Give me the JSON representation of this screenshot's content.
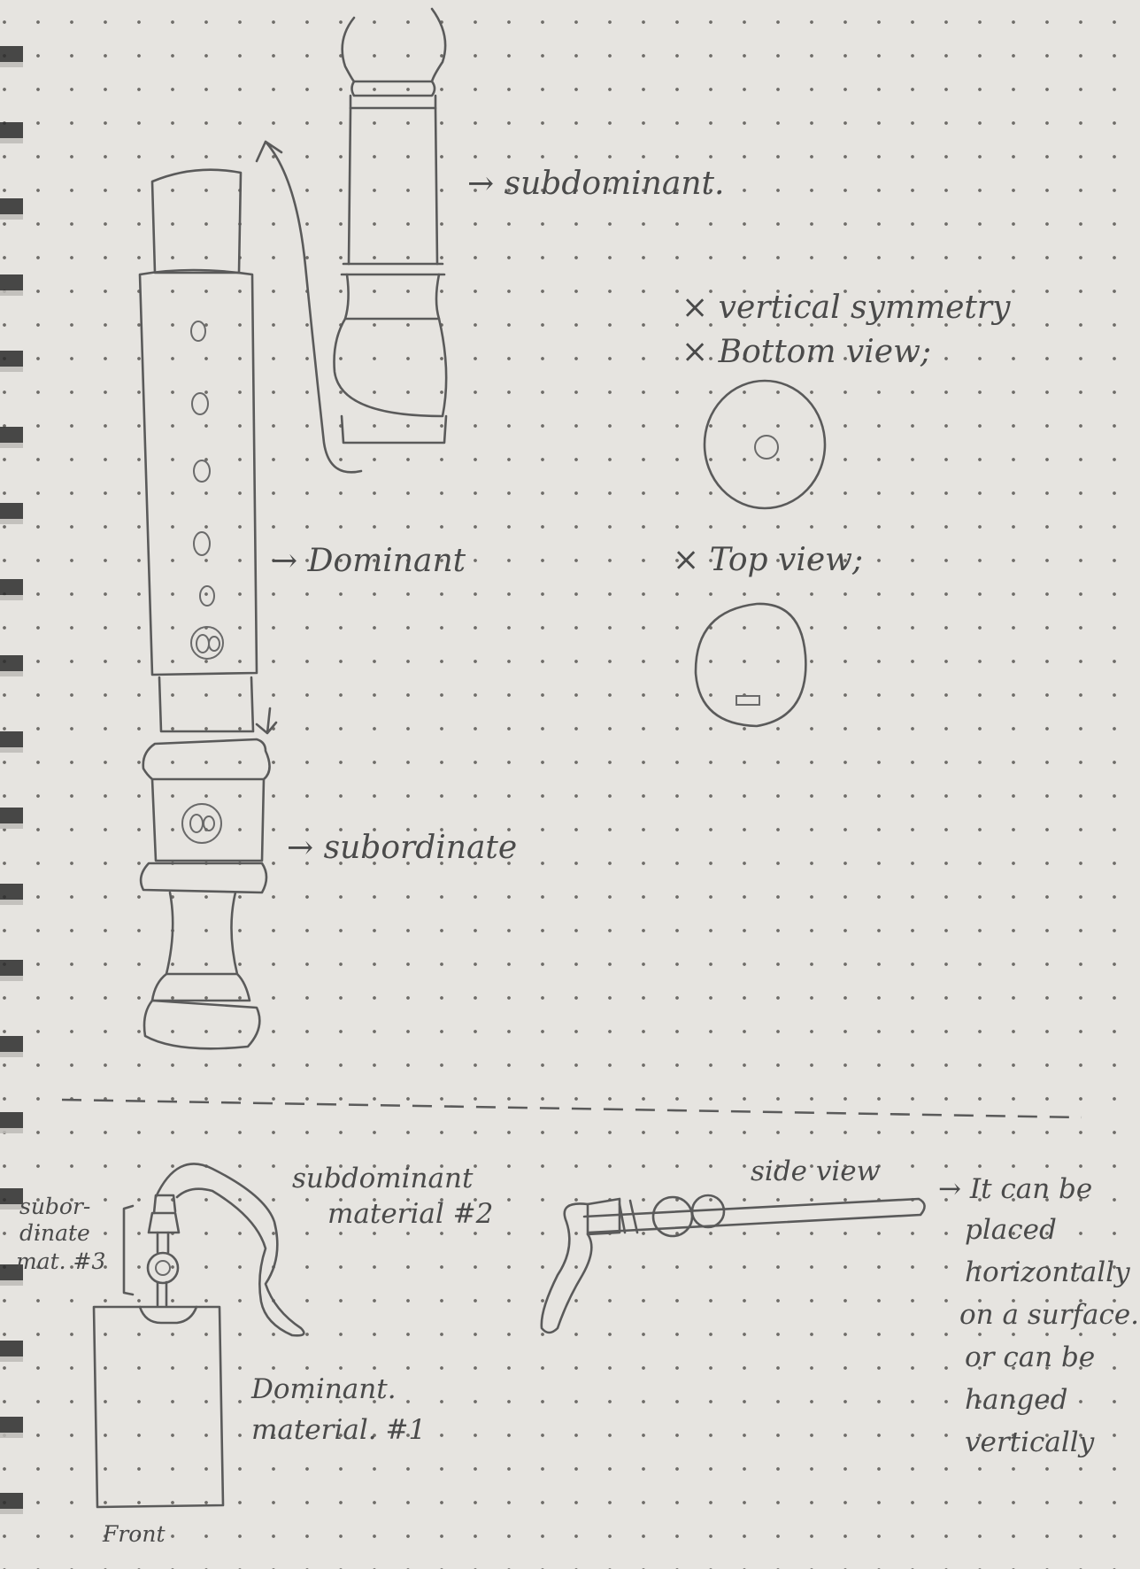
{
  "labels": {
    "subdominant_top": "→ subdominant.",
    "vertical_symmetry": "× vertical symmetry",
    "bottom_view": "× Bottom view;",
    "top_view": "× Top view;",
    "dominant": "→ Dominant",
    "subordinate": "→ subordinate",
    "subordinate_mat_line1": "subor-",
    "subordinate_mat_line2": "dinate",
    "subordinate_mat_line3": "mat. #3",
    "subdominant_material_line1": "subdominant",
    "subdominant_material_line2": "material #2",
    "side_view": "side view",
    "dominant_material_line1": "Dominant.",
    "dominant_material_line2": "material. #1",
    "front": "Front",
    "placement_line1": "→ It can be",
    "placement_line2": "placed",
    "placement_line3": "horizontally",
    "placement_line4": "on a surface.",
    "placement_line5": "or can be",
    "placement_line6": "hanged",
    "placement_line7": "vertically"
  },
  "colors": {
    "paper": "#e6e4e0",
    "pencil": "#5a5a5a",
    "dots": "#6e6c68"
  }
}
